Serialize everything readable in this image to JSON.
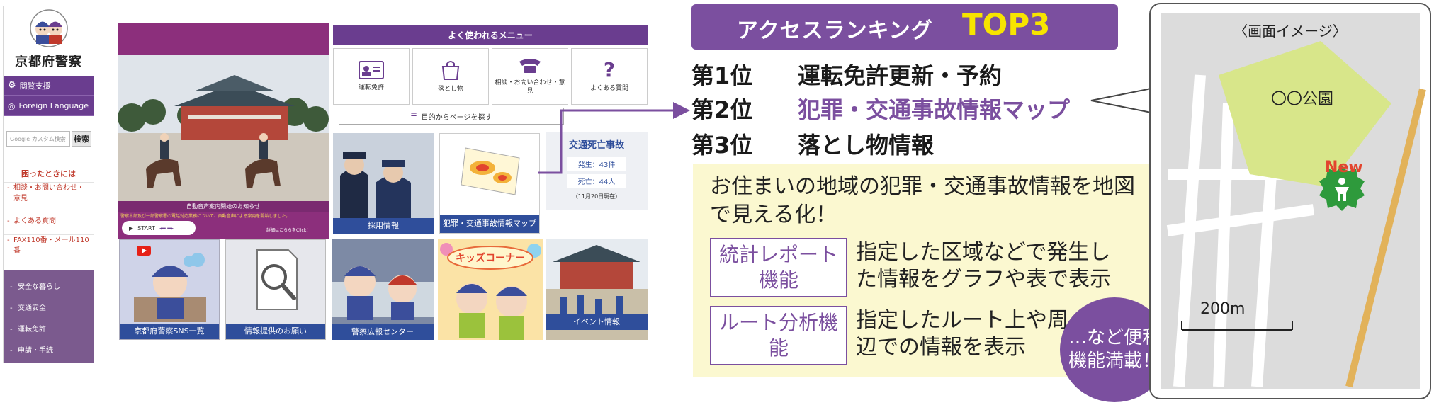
{
  "sidebar": {
    "site_title": "京都府警察",
    "accessibility_label": "閲覧支援",
    "language_label": "Foreign Language",
    "search_placeholder": "Google カスタム検索",
    "search_button": "検索",
    "help_title": "困ったときには",
    "help_items": [
      "相談・お問い合わせ・意見",
      "よくある質問",
      "FAX110番・メール110番"
    ],
    "bottom_items": [
      "安全な暮らし",
      "交通安全",
      "運転免許",
      "申請・手続"
    ]
  },
  "hero": {
    "caption": "自動音声案内開始のお知らせ",
    "notice": "警察本部及び一部警察署の電話対応業務について、自動音声による案内を開始しました。",
    "start_label": "START",
    "detail_label": "詳細はこちらをClick！"
  },
  "menu": {
    "header": "よく使われるメニュー",
    "items": [
      {
        "label": "運転免許",
        "icon": "license-card-icon"
      },
      {
        "label": "落とし物",
        "icon": "shopping-bag-icon"
      },
      {
        "label": "相談・お問い合わせ・意見",
        "icon": "phone-icon"
      },
      {
        "label": "よくある質問",
        "icon": "question-icon"
      }
    ],
    "goal_search": "目的からページを探す"
  },
  "tiles": {
    "recruit": "採用情報",
    "crime_map": "犯罪・交通事故情報マップ",
    "sns": "京都府警察SNS一覧",
    "info_request": "情報提供のお願い",
    "pr_center": "警察広報センター",
    "kids": "キッズコーナー",
    "events": "イベント情報"
  },
  "traffic": {
    "title": "交通死亡事故",
    "occurrences": "発生：43件",
    "deaths": "死亡：44人",
    "date": "（11月20日現在）"
  },
  "ranking": {
    "title": "アクセスランキング",
    "badge": "TOP3",
    "rows": [
      {
        "rank": "第1位",
        "name": "運転免許更新・予約"
      },
      {
        "rank": "第2位",
        "name": "犯罪・交通事故情報マップ"
      },
      {
        "rank": "第3位",
        "name": "落とし物情報"
      }
    ]
  },
  "panel": {
    "description": "お住まいの地域の犯罪・交通事故情報を地図で見える化！",
    "features": [
      {
        "name": "統計レポート機能",
        "desc": "指定した区域などで発生した情報をグラフや表で表示"
      },
      {
        "name": "ルート分析機能",
        "desc": "指定したルート上や周辺での情報を表示"
      }
    ],
    "more": "…など便利機能満載！"
  },
  "map": {
    "caption": "〈画面イメージ〉",
    "park": "〇〇公園",
    "new_badge": "New",
    "scale": "200m"
  },
  "colors": {
    "purple": "#6a3d8f",
    "banner_purple": "#7b4f9f",
    "navy": "#2f4e9b",
    "yellow_panel": "#fbf8d0",
    "top3_yellow": "#f7e400",
    "new_green": "#2e9a3c"
  }
}
